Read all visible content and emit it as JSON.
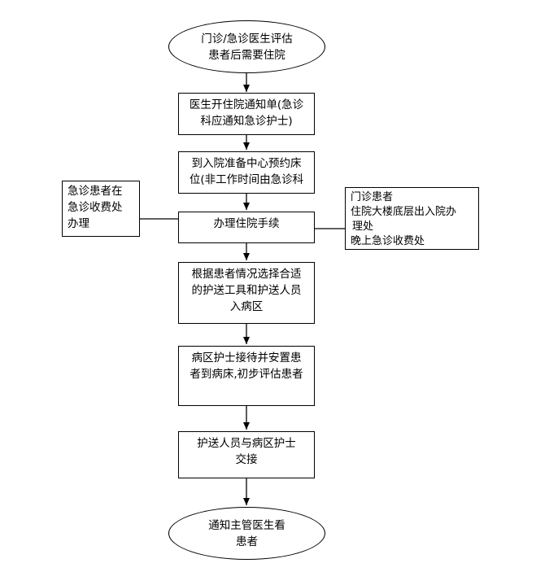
{
  "flowchart": {
    "start": [
      "门诊/急诊医生评估",
      "患者后需要住院"
    ],
    "steps": [
      [
        "医生开住院通知单(急诊",
        "科应通知急诊护士)"
      ],
      [
        "到入院准备中心预约床",
        "位(非工作时间由急诊科"
      ],
      [
        "办理住院手续"
      ],
      [
        "根据患者情况选择合适",
        "的护送工具和护送人员",
        "入病区"
      ],
      [
        "病区护士接待并安置患",
        "者到病床,初步评估患者"
      ],
      [
        "护送人员与病区护士",
        "交接"
      ]
    ],
    "end": [
      "通知主管医生看",
      "患者"
    ],
    "side_left": [
      "急诊患者在",
      "急诊收费处",
      "办理"
    ],
    "side_right": [
      "门诊患者",
      "住院大楼底层出入院办",
      "理处",
      "晚上急诊收费处"
    ]
  }
}
